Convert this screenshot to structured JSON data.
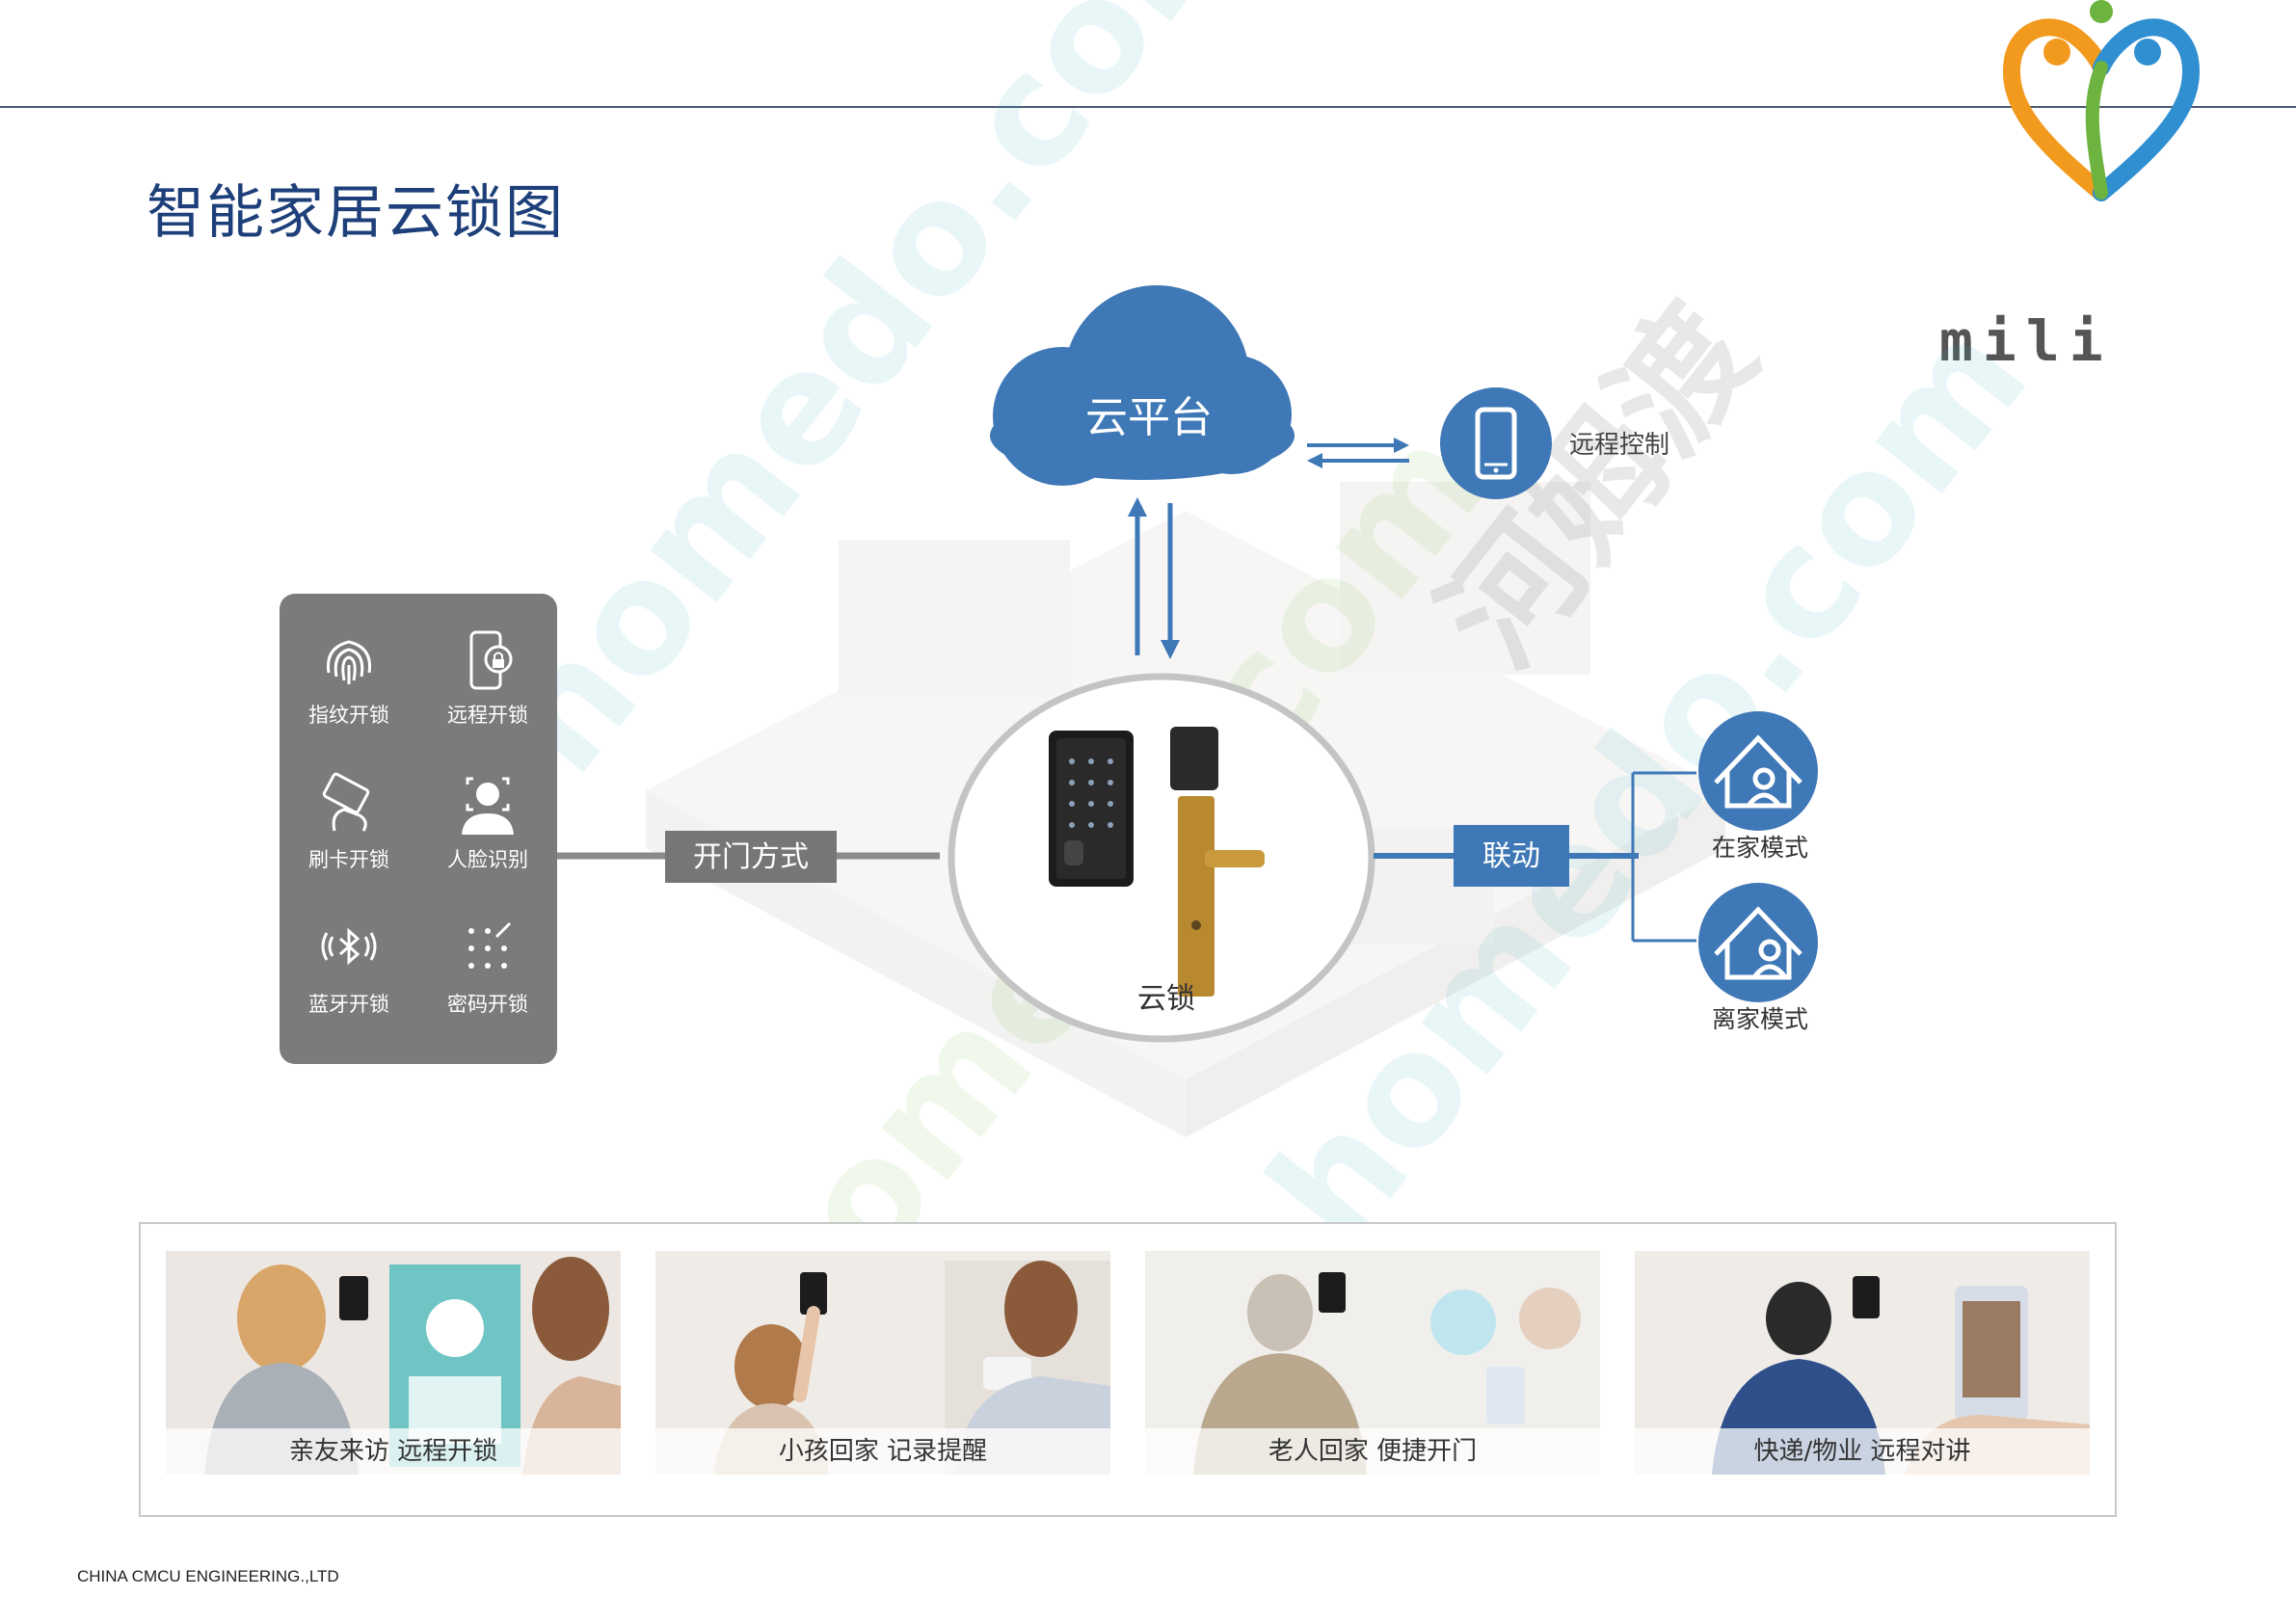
{
  "header": {
    "title": "智能家居云锁图",
    "brand": "mili"
  },
  "diagram": {
    "cloud_label": "云平台",
    "remote_label": "远程控制",
    "unlock_label": "开门方式",
    "lock_label": "云锁",
    "linkage_label": "联动",
    "modes": [
      {
        "label": "在家模式"
      },
      {
        "label": "离家模式"
      }
    ],
    "methods": [
      {
        "label": "指纹开锁",
        "icon": "fingerprint-icon"
      },
      {
        "label": "远程开锁",
        "icon": "phone-lock-icon"
      },
      {
        "label": "刷卡开锁",
        "icon": "card-swipe-icon"
      },
      {
        "label": "人脸识别",
        "icon": "face-scan-icon"
      },
      {
        "label": "蓝牙开锁",
        "icon": "bluetooth-icon"
      },
      {
        "label": "密码开锁",
        "icon": "keypad-icon"
      }
    ]
  },
  "scenes": [
    {
      "caption": "亲友来访 远程开锁"
    },
    {
      "caption": "小孩回家 记录提醒"
    },
    {
      "caption": "老人回家 便捷开门"
    },
    {
      "caption": "快递/物业 远程对讲"
    }
  ],
  "watermarks": [
    "homedo.com",
    "homedo.com",
    "homedo.com",
    "河姆渡"
  ],
  "footer": {
    "company": "CHINA CMCU ENGINEERING.,LTD"
  },
  "colors": {
    "accent_blue": "#3f78b6",
    "title_blue": "#1d3f7a",
    "panel_gray": "#7b7b7b",
    "label_gray": "#767676"
  }
}
